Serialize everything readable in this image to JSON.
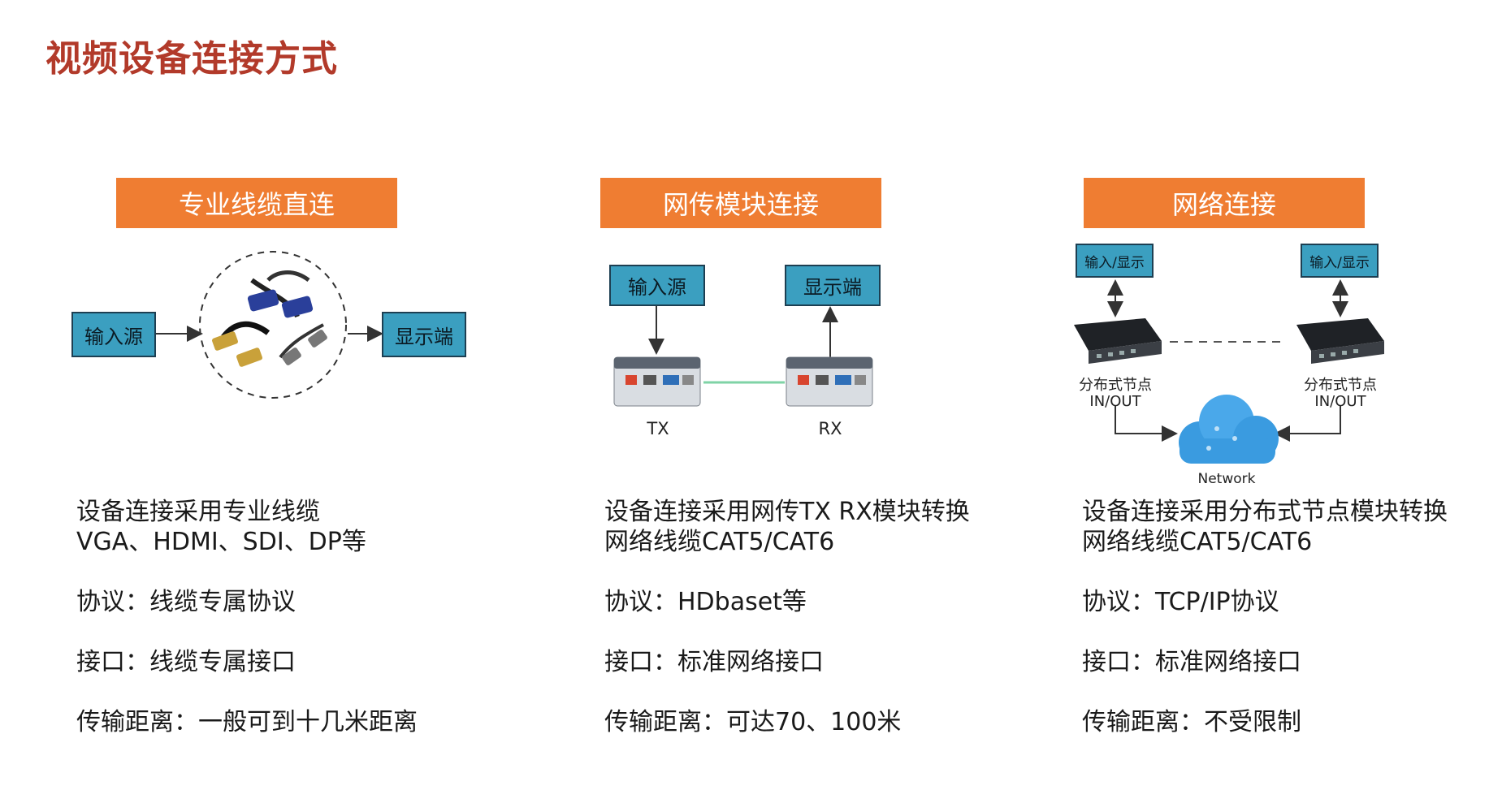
{
  "title": "视频设备连接方式",
  "columns": [
    {
      "banner": "专业线缆直连",
      "diagram": {
        "source": "输入源",
        "display": "显示端"
      },
      "desc": {
        "line1": "设备连接采用专业线缆",
        "line2": "VGA、HDMI、SDI、DP等",
        "protocol": "协议：线缆专属协议",
        "interface": "接口：线缆专属接口",
        "distance": "传输距离：一般可到十几米距离"
      }
    },
    {
      "banner": "网传模块连接",
      "diagram": {
        "source": "输入源",
        "display": "显示端",
        "tx": "TX",
        "rx": "RX"
      },
      "desc": {
        "line1": "设备连接采用网传TX RX模块转换",
        "line2": "网络线缆CAT5/CAT6",
        "protocol": "协议：HDbaset等",
        "interface": "接口：标准网络接口",
        "distance": "传输距离：可达70、100米"
      }
    },
    {
      "banner": "网络连接",
      "diagram": {
        "io_left": "输入/显示",
        "io_right": "输入/显示",
        "node_left_1": "分布式节点",
        "node_left_2": "IN/OUT",
        "node_right_1": "分布式节点",
        "node_right_2": "IN/OUT",
        "network": "Network"
      },
      "desc": {
        "line1": "设备连接采用分布式节点模块转换",
        "line2": "网络线缆CAT5/CAT6",
        "protocol": "协议：TCP/IP协议",
        "interface": "接口：标准网络接口",
        "distance": "传输距离：不受限制"
      }
    }
  ],
  "colors": {
    "title": "#b23a2a",
    "banner": "#ef7d32",
    "box_fill": "#3b9fc0",
    "box_border": "#1d3f52",
    "link_green": "#7fd3a6",
    "cloud": "#3a9be0"
  },
  "icons": [
    "arrow-right-icon",
    "arrow-down-icon",
    "arrow-up-icon",
    "bidirectional-arrow-icon",
    "cable-bundle-icon",
    "extender-device-icon",
    "node-device-icon",
    "cloud-icon"
  ]
}
